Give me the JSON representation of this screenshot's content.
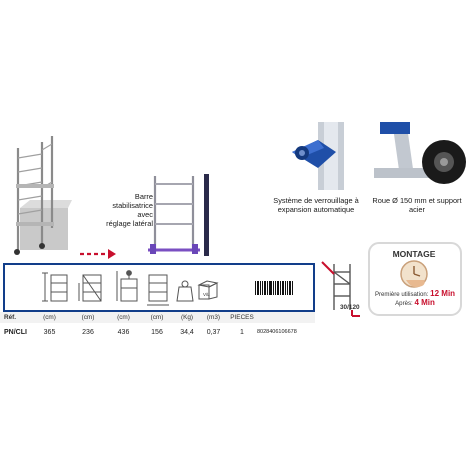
{
  "captions": {
    "barre": [
      "Barre",
      "stabilisatrice avec",
      "réglage latéral"
    ],
    "lock": [
      "Système de verrouillage à",
      "expansion automatique"
    ],
    "wheel": [
      "Roue Ø 150 mm et support acier"
    ]
  },
  "table": {
    "headers": [
      "Réf.",
      "(cm)",
      "(cm)",
      "(cm)",
      "(cm)",
      "(Kg)",
      "(m3)",
      "PIECES"
    ],
    "row": [
      "PN/CLI",
      "365",
      "236",
      "436",
      "156",
      "34,4",
      "0,37",
      "1",
      "8028406106678"
    ],
    "box_label": "V/L",
    "barcode_digits": "8028406106678"
  },
  "slope_label": "30/120",
  "montage": {
    "title": "MONTAGE",
    "first_label": "Première utilisation:",
    "first_value": "12 Min",
    "after_label": "Après:",
    "after_value": "4 Min"
  },
  "colors": {
    "frame_blue": "#123e8a",
    "accent_red": "#c8102e",
    "lock_blue": "#1f4fa8"
  }
}
